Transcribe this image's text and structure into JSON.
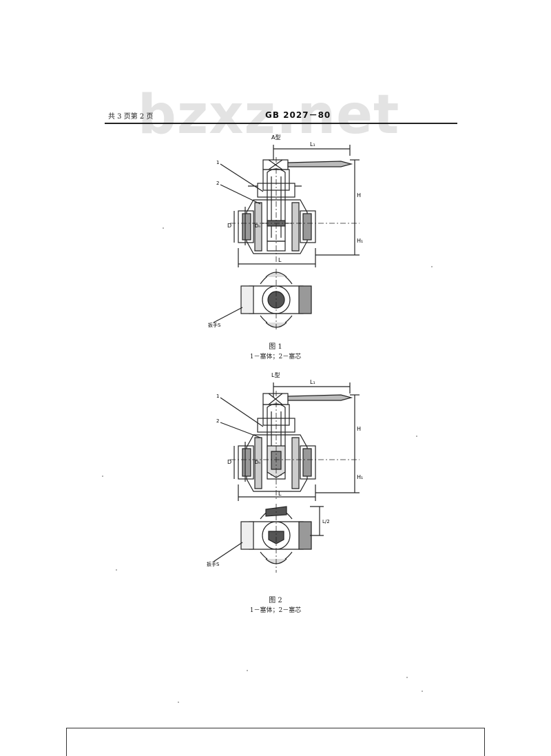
{
  "watermark": "bzxz.net",
  "header": {
    "page_info": "共 3 页第 2 页",
    "standard_code": "GB 2027－80"
  },
  "figure1": {
    "type_label": "A型",
    "caption": "图 1",
    "legend": "1－塞体；2－塞芯",
    "part_labels": [
      "1",
      "2"
    ],
    "dim_labels": {
      "L1": "L₁",
      "H": "H",
      "H1": "H₁",
      "L": "L",
      "D": "D",
      "Dn": "Dₙ"
    },
    "wrench_label": "扳手S"
  },
  "figure2": {
    "type_label": "L型",
    "caption": "图 2",
    "legend": "1－塞体；2－塞芯",
    "part_labels": [
      "1",
      "2"
    ],
    "dim_labels": {
      "L1": "L₁",
      "H": "H",
      "H1": "H₁",
      "L": "L",
      "D": "D",
      "Dn": "Dₙ",
      "Lhalf": "L/2"
    },
    "wrench_label": "扳手S"
  }
}
